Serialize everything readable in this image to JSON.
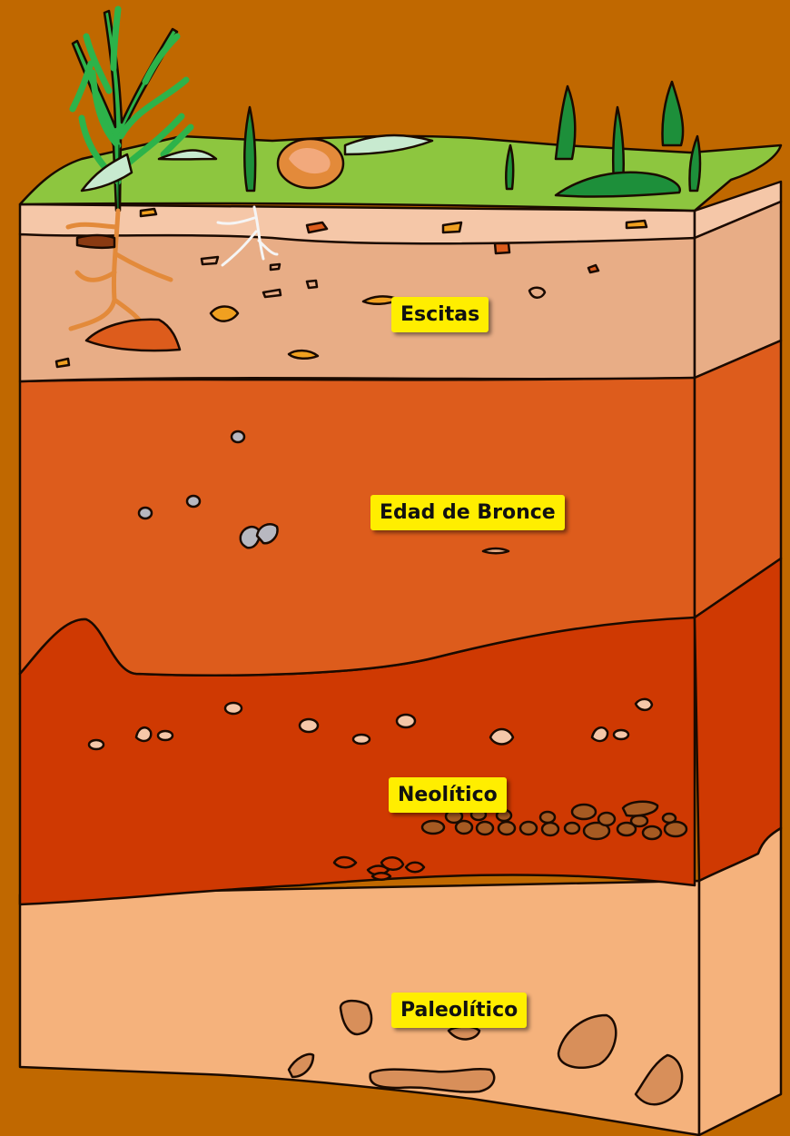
{
  "layers": [
    {
      "id": "escitas",
      "label": "Escitas",
      "color": "#e8ad86"
    },
    {
      "id": "bronce",
      "label": "Edad de Bronce",
      "color": "#dd5c1c"
    },
    {
      "id": "neolitico",
      "label": "Neolítico",
      "color": "#cf3902"
    },
    {
      "id": "paleolitico",
      "label": "Paleolítico",
      "color": "#f5b27c"
    }
  ],
  "colors": {
    "background": "#c06800",
    "grass": "#8dc63f",
    "topsoil": "#f5c7a8",
    "plant": "#2db34a",
    "root": "#e38a3a",
    "label_bg": "#ffee00"
  }
}
